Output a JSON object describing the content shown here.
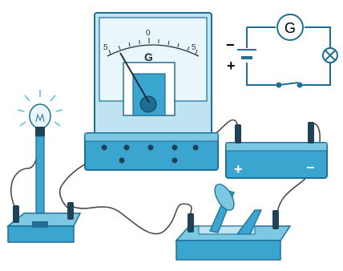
{
  "schematic": {
    "galvanometer_label": "G",
    "battery_minus": "−",
    "battery_plus": "+"
  },
  "galvanometer": {
    "face_label": "G",
    "scale_zero": "0",
    "scale_left": "5",
    "scale_right": "5"
  },
  "battery": {
    "plus_label": "+",
    "minus_label": "−"
  },
  "colors": {
    "device_blue": "#3aa6cf",
    "device_dark": "#1f6f95",
    "device_light": "#bfe3f0",
    "wire": "#4a4a4a",
    "bulb_glow": "#6cc6ea"
  }
}
